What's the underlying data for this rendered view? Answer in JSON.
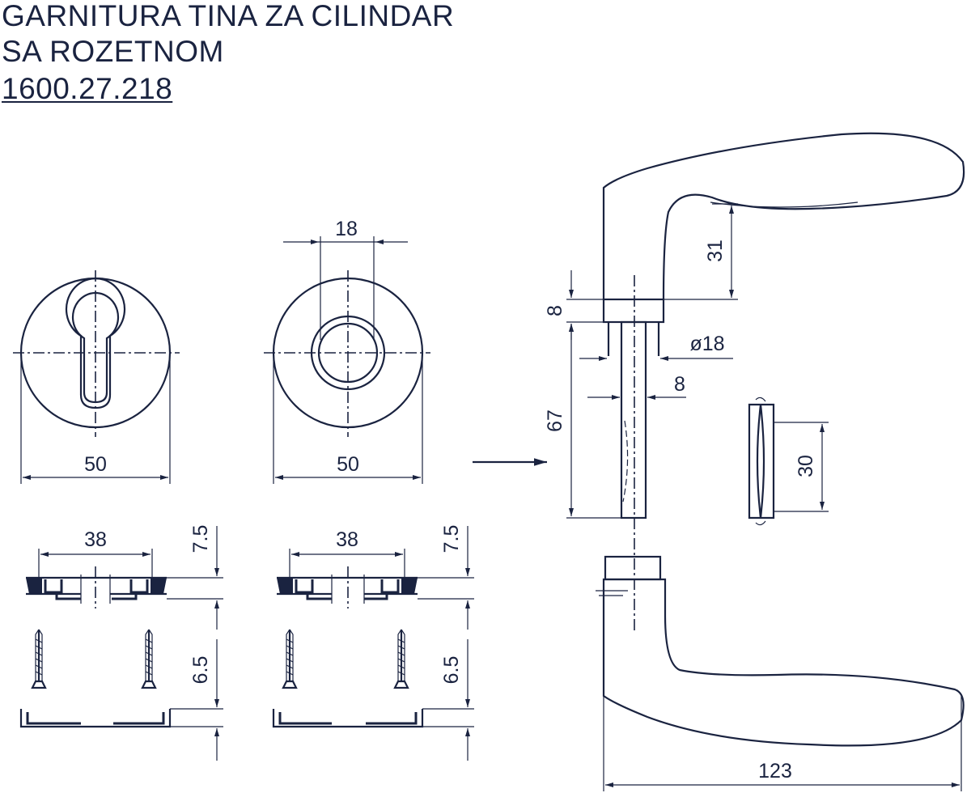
{
  "title": {
    "line1": "GARNITURA TINA ZA CILINDAR",
    "line2": "SA ROZETNOM",
    "code": "1600.27.218"
  },
  "dimensions": {
    "rosette_cyl_diameter": "50",
    "rosette_wc_diameter": "50",
    "wc_hole_width": "18",
    "inner_width_left": "38",
    "inner_width_right": "38",
    "rosette_height_left": "7.5",
    "rosette_height_right": "7.5",
    "cover_height_left": "6.5",
    "cover_height_right": "6.5",
    "handle_grip_height": "31",
    "neck_height": "8",
    "neck_diameter": "ø18",
    "spindle_square": "8",
    "spindle_length": "67",
    "grip_section": "30",
    "handle_length": "123"
  }
}
